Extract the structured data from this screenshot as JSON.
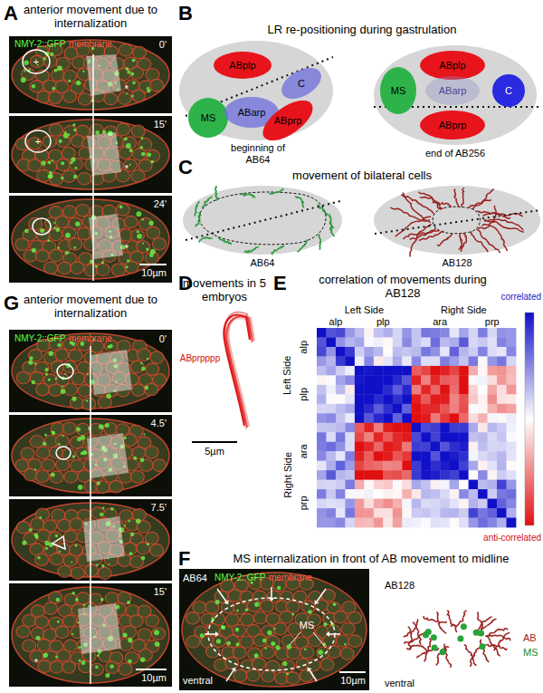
{
  "diagram": {
    "nodes": [
      {
        "text": [
          "ABplp"
        ]
      },
      {
        "text": [
          "MS"
        ]
      },
      {
        "text": [
          "ABarp"
        ]
      },
      {
        "text": [
          "C"
        ]
      },
      {
        "text": [
          "ABprp"
        ]
      },
      {
        "text": [
          "ABplp"
        ]
      },
      {
        "text": [
          "MS"
        ]
      },
      {
        "text": [
          "ABarp"
        ]
      },
      {
        "text": [
          "C"
        ]
      },
      {
        "text": [
          "ABprp"
        ]
      }
    ],
    "labels": [
      "A",
      "anterior movement due to internalization",
      "NMY-2::GFP",
      "membrane",
      "0'",
      "+",
      "*",
      "15'",
      "+",
      "*",
      "24'",
      "*",
      "10µm",
      "G",
      "anterior movement due to internalization",
      "NMY-2::GFP",
      "membrane",
      "0'",
      "4.5'",
      "7.5'",
      "15'",
      "*",
      "10µm",
      "B",
      "LR re-positioning during gastrulation",
      "beginning of AB64",
      "end of AB256",
      "C",
      "movement of bilateral cells",
      "AB64",
      "AB128",
      "D",
      "movements in 5 embryos",
      "ABprpppp",
      "5µm",
      "E",
      "correlation of movements during AB128",
      "correlated",
      "Left Side",
      "Right Side",
      "alp",
      "plp",
      "ara",
      "prp",
      "Left Side",
      "Right Side",
      "alp",
      "plp",
      "ara",
      "prp",
      "anti-correlated",
      "F",
      "MS internalization in front of AB movement to midline",
      "AB64",
      "NMY-2::GFP",
      "membrane",
      "MS",
      "10µm",
      "ventral",
      "AB128",
      "AB",
      "MS",
      "ventral"
    ]
  }
}
